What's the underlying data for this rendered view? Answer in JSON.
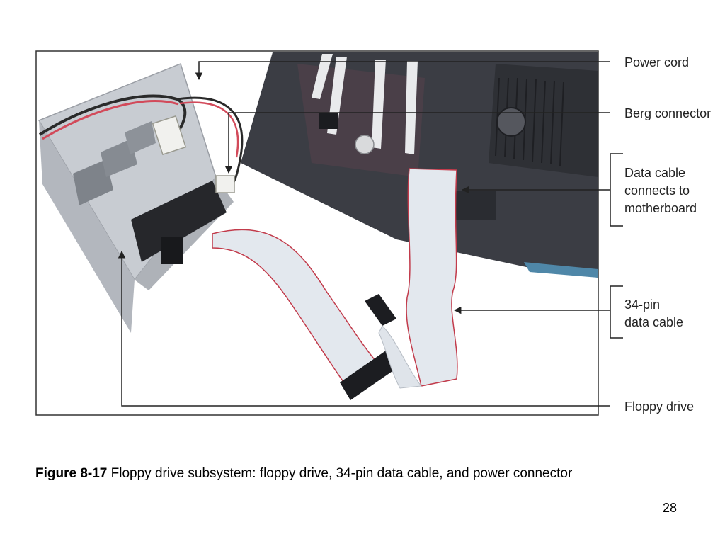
{
  "figure": {
    "callouts": {
      "power_cord": "Power cord",
      "berg_connector": "Berg connector",
      "data_cable_motherboard": "Data cable\nconnects to\nmotherboard",
      "data_cable_34pin": "34-pin\ndata cable",
      "floppy_drive": "Floppy drive"
    }
  },
  "caption": {
    "label": "Figure 8-17",
    "text": " Floppy drive subsystem: floppy drive, 34-pin data cable, and power connector"
  },
  "page_number": "28",
  "colors": {
    "frame": "#333333",
    "motherboard": "#3b3d44",
    "ribbon_cable": "#e3e8ee",
    "cable_edge": "#c23b4b",
    "drive_case": "#c8ccd2",
    "leader_line": "#222222"
  }
}
